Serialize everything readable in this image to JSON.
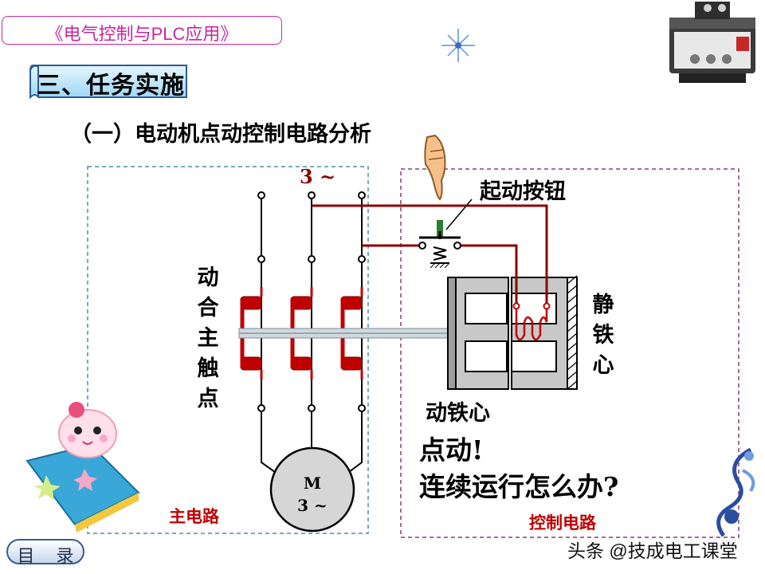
{
  "header": {
    "course_title": "《电气控制与PLC应用》",
    "section_title": "三、任务实施",
    "subtitle": "（一）电动机点动控制电路分析"
  },
  "diagram": {
    "supply_label": "3 ~",
    "start_button_label": "起动按钮",
    "moving_contacts_label": [
      "动",
      "合",
      "主",
      "触",
      "点"
    ],
    "static_core_label": [
      "静",
      "铁",
      "心"
    ],
    "moving_core_label": "动铁心",
    "motor_symbol": "M",
    "motor_phase": "3 ~",
    "main_circuit_label": "主电路",
    "control_circuit_label": "控制电路",
    "jog_text": "点动!",
    "question_text": "连续运行怎么办?"
  },
  "nav": {
    "toc_button": "目 录"
  },
  "watermark": "头条 @技成电工课堂",
  "colors": {
    "accent_magenta": "#c8289a",
    "wire_dark_red": "#8b0000",
    "label_red": "#c00000",
    "coil_red": "#c00000",
    "dashed_box": "#4a8fa6"
  },
  "icons": [
    "sparkle-icon",
    "thermal-relay-image",
    "pointing-hand-icon",
    "mascot-image",
    "swirl-ornament"
  ]
}
